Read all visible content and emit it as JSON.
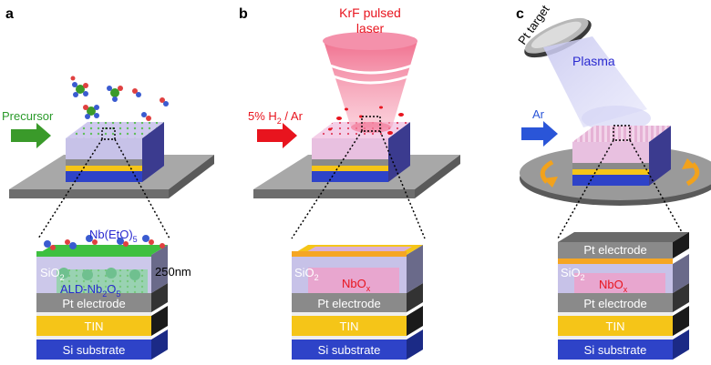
{
  "panels": [
    {
      "letter": "a",
      "process_label": "Precursor",
      "molecule_label": "Nb(EtO)",
      "molecule_sub": "5",
      "layers": {
        "oxide_label": "SiO",
        "oxide_sub": "2",
        "ald_label": "ALD-Nb",
        "ald_sub1": "2",
        "ald_mid": "O",
        "ald_sub2": "5",
        "thickness": "250nm",
        "pt": "Pt electrode",
        "tin": "TIN",
        "si": "Si substrate"
      }
    },
    {
      "letter": "b",
      "laser_line1": "KrF pulsed",
      "laser_line2": "laser",
      "gas_prefix": "5% H",
      "gas_sub": "2",
      "gas_suffix": " / Ar",
      "layers": {
        "oxide_label": "SiO",
        "oxide_sub": "2",
        "nbox_label": "NbO",
        "nbox_sub": "x",
        "pt": "Pt electrode",
        "tin": "TIN",
        "si": "Si substrate"
      }
    },
    {
      "letter": "c",
      "target_label": "Pt target",
      "plasma_label": "Plasma",
      "gas_label": "Ar",
      "layers": {
        "top_pt": "Pt electrode",
        "oxide_label": "SiO",
        "oxide_sub": "2",
        "nbox_label": "NbO",
        "nbox_sub": "x",
        "pt": "Pt electrode",
        "tin": "TIN",
        "si": "Si substrate"
      }
    }
  ],
  "colors": {
    "green_arrow": "#3a9a2a",
    "red_arrow": "#e8141e",
    "blue_arrow": "#2a55d8",
    "tin_yellow": "#f5c518",
    "si_blue": "#2e43c8",
    "pt_gray": "#8a8a8a",
    "nbox_pink": "#e8a6cf",
    "label_blue": "#2a2ad0",
    "label_red": "#e8141e"
  }
}
